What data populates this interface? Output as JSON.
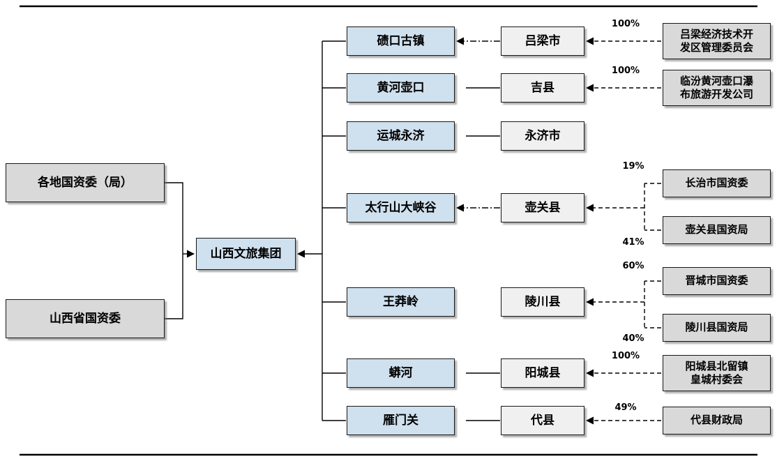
{
  "colors": {
    "scenic_fill": "#cfe0ee",
    "owner_fill": "#d9d9d9",
    "county_fill": "#f0f0f0",
    "stakeholder_fill": "#d9d9d9",
    "line": "#000000"
  },
  "root": {
    "label": "山西文旅集团"
  },
  "owners": [
    {
      "label": "各地国资委（局）"
    },
    {
      "label": "山西省国资委"
    }
  ],
  "rows": [
    {
      "scenic": "碛口古镇",
      "county": "吕梁市",
      "stakeholders": [
        {
          "name": "吕梁经济技术开\n发区管理委员会",
          "pct": "100%"
        }
      ]
    },
    {
      "scenic": "黄河壶口",
      "county": "吉县",
      "stakeholders": [
        {
          "name": "临汾黄河壶口瀑\n布旅游开发公司",
          "pct": "100%"
        }
      ]
    },
    {
      "scenic": "运城永济",
      "county": "永济市",
      "stakeholders": []
    },
    {
      "scenic": "太行山大峡谷",
      "county": "壶关县",
      "stakeholders": [
        {
          "name": "长治市国资委",
          "pct": "19%"
        },
        {
          "name": "壶关县国资局",
          "pct": "41%"
        }
      ]
    },
    {
      "scenic": "王莽岭",
      "county": "陵川县",
      "stakeholders": [
        {
          "name": "晋城市国资委",
          "pct": "60%"
        },
        {
          "name": "陵川县国资局",
          "pct": "40%"
        }
      ]
    },
    {
      "scenic": "蟒河",
      "county": "阳城县",
      "stakeholders": [
        {
          "name": "阳城县北留镇\n皇城村委会",
          "pct": "100%"
        }
      ]
    },
    {
      "scenic": "雁门关",
      "county": "代县",
      "stakeholders": [
        {
          "name": "代县财政局",
          "pct": "49%"
        }
      ]
    }
  ]
}
